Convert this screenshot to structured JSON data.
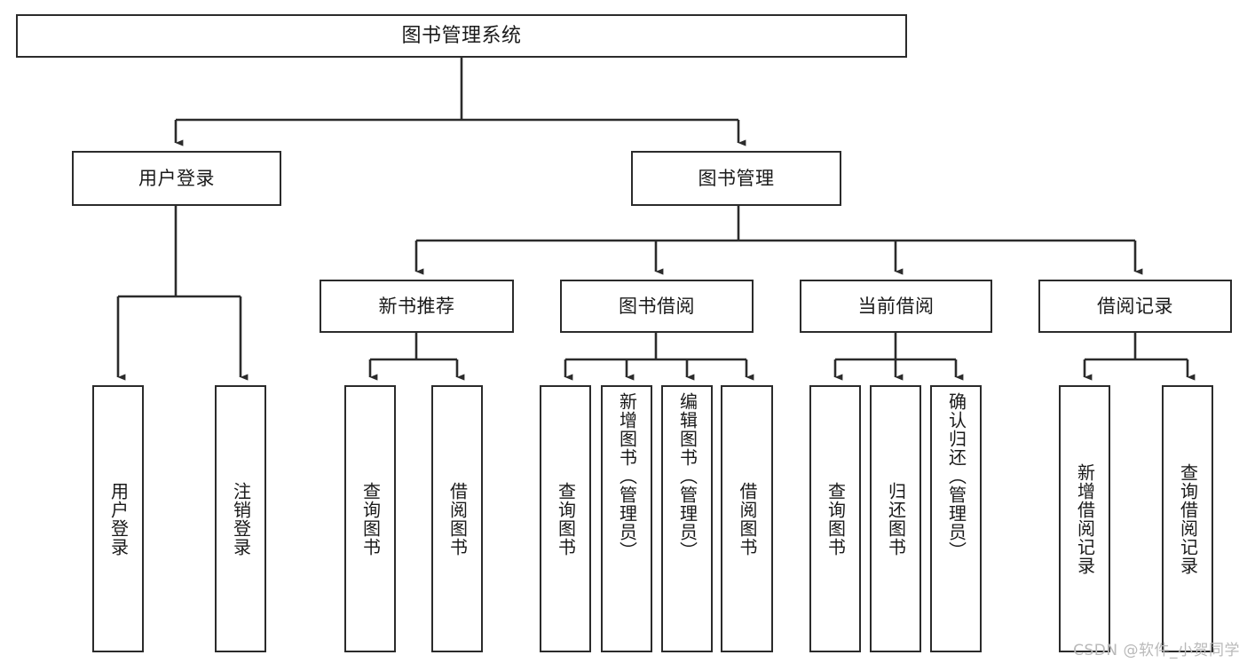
{
  "diagram": {
    "title": "图书管理系统",
    "type": "tree",
    "watermark": "CSDN @软件_小贺同学",
    "line_color": "#2b2b2b",
    "box_fill": "#ffffff",
    "text_color": "#1a1a1a",
    "watermark_color": "#b9b9b9",
    "nodes": {
      "root": {
        "label": "图书管理系统"
      },
      "level2": [
        {
          "id": "user-login",
          "label": "用户登录"
        },
        {
          "id": "book-management",
          "label": "图书管理"
        }
      ],
      "level3": [
        {
          "id": "new-book-recommend",
          "label": "新书推荐"
        },
        {
          "id": "book-borrow",
          "label": "图书借阅"
        },
        {
          "id": "current-borrow",
          "label": "当前借阅"
        },
        {
          "id": "borrow-record",
          "label": "借阅记录"
        }
      ],
      "leaves": {
        "user_login": [
          {
            "id": "leaf-user-login",
            "label": "用户登录"
          },
          {
            "id": "leaf-logout-login",
            "label": "注销登录"
          }
        ],
        "new_book_recommend": [
          {
            "id": "leaf-query-book-1",
            "label": "查询图书"
          },
          {
            "id": "leaf-borrow-book-1",
            "label": "借阅图书"
          }
        ],
        "book_borrow": [
          {
            "id": "leaf-query-book-2",
            "label": "查询图书"
          },
          {
            "id": "leaf-add-book",
            "label": "新增图书（管理员）"
          },
          {
            "id": "leaf-edit-book",
            "label": "编辑图书（管理员）"
          },
          {
            "id": "leaf-borrow-book-2",
            "label": "借阅图书"
          }
        ],
        "current_borrow": [
          {
            "id": "leaf-query-book-3",
            "label": "查询图书"
          },
          {
            "id": "leaf-return-book",
            "label": "归还图书"
          },
          {
            "id": "leaf-confirm-return",
            "label": "确认归还（管理员）"
          }
        ],
        "borrow_record": [
          {
            "id": "leaf-add-record",
            "label": "新增借阅记录"
          },
          {
            "id": "leaf-query-record",
            "label": "查询借阅记录"
          }
        ]
      }
    }
  }
}
